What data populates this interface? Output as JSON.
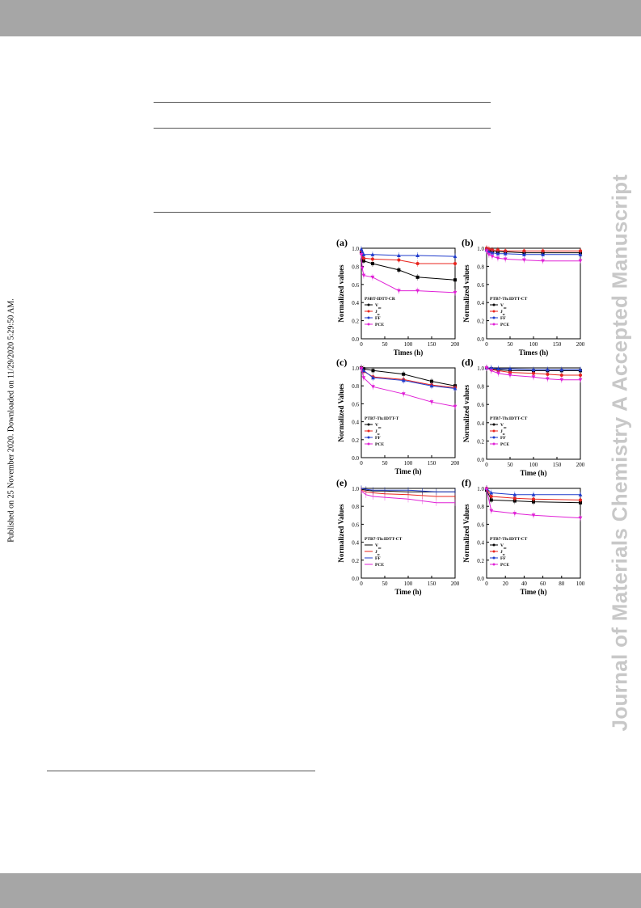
{
  "watermark": "Journal of Materials Chemistry A Accepted Manuscript",
  "published_note": "Published on 25 November 2020. Downloaded on 11/29/2020 5:29:50 AM.",
  "chart_data": [
    {
      "panel": "(a)",
      "type": "line",
      "inset_label": "PSBT-IDTT-CR",
      "xlabel": "Times (h)",
      "ylabel": "Normalized values",
      "xlim": [
        0,
        200
      ],
      "ylim": [
        0.0,
        1.0
      ],
      "xticks": [
        "0",
        "50",
        "100",
        "150",
        "200"
      ],
      "yticks": [
        "0.0",
        "0.2",
        "0.4",
        "0.6",
        "0.8",
        "1.0"
      ],
      "legend": [
        "Voc",
        "Jsc",
        "FF",
        "PCE"
      ],
      "series": [
        {
          "name": "Voc",
          "color": "#000000",
          "marker": "square",
          "x": [
            0,
            2,
            5,
            24,
            80,
            120,
            200
          ],
          "y": [
            0.95,
            0.87,
            0.86,
            0.83,
            0.76,
            0.68,
            0.65
          ]
        },
        {
          "name": "Jsc",
          "color": "#e8251e",
          "marker": "circle",
          "x": [
            0,
            2,
            5,
            24,
            80,
            120,
            200
          ],
          "y": [
            0.97,
            0.92,
            0.89,
            0.88,
            0.87,
            0.83,
            0.83
          ]
        },
        {
          "name": "FF",
          "color": "#1f3bcc",
          "marker": "triangle",
          "x": [
            0,
            2,
            5,
            24,
            80,
            120,
            200
          ],
          "y": [
            0.99,
            0.96,
            0.93,
            0.93,
            0.92,
            0.92,
            0.91
          ]
        },
        {
          "name": "PCE",
          "color": "#e021d6",
          "marker": "tridown",
          "x": [
            0,
            2,
            5,
            24,
            80,
            120,
            200
          ],
          "y": [
            0.93,
            0.78,
            0.7,
            0.68,
            0.53,
            0.53,
            0.51
          ]
        }
      ]
    },
    {
      "panel": "(b)",
      "type": "line",
      "inset_label": "PTB7-Th:IDTT-CT",
      "xlabel": "Times (h)",
      "ylabel": "Normalized values",
      "xlim": [
        0,
        200
      ],
      "ylim": [
        0.0,
        1.0
      ],
      "xticks": [
        "0",
        "50",
        "100",
        "150",
        "200"
      ],
      "yticks": [
        "0.0",
        "0.2",
        "0.4",
        "0.6",
        "0.8",
        "1.0"
      ],
      "legend": [
        "Voc",
        "Jsc",
        "FF",
        "PCE"
      ],
      "series": [
        {
          "name": "Voc",
          "color": "#000000",
          "marker": "square",
          "x": [
            0,
            5,
            12,
            24,
            40,
            80,
            120,
            200
          ],
          "y": [
            0.99,
            0.98,
            0.97,
            0.96,
            0.96,
            0.95,
            0.95,
            0.95
          ]
        },
        {
          "name": "Jsc",
          "color": "#e8251e",
          "marker": "circle",
          "x": [
            0,
            5,
            12,
            24,
            40,
            80,
            120,
            200
          ],
          "y": [
            1.0,
            0.99,
            0.98,
            0.98,
            0.97,
            0.97,
            0.97,
            0.97
          ]
        },
        {
          "name": "FF",
          "color": "#1f3bcc",
          "marker": "triangle",
          "x": [
            0,
            5,
            12,
            24,
            40,
            80,
            120,
            200
          ],
          "y": [
            0.98,
            0.96,
            0.95,
            0.94,
            0.94,
            0.93,
            0.93,
            0.93
          ]
        },
        {
          "name": "PCE",
          "color": "#e021d6",
          "marker": "tridown",
          "x": [
            0,
            5,
            12,
            24,
            40,
            80,
            120,
            200
          ],
          "y": [
            0.97,
            0.93,
            0.91,
            0.89,
            0.88,
            0.87,
            0.86,
            0.86
          ]
        }
      ]
    },
    {
      "panel": "(c)",
      "type": "line",
      "inset_label": "PTB7-Th:IDTT-T",
      "xlabel": "Time (h)",
      "ylabel": "Normalized Values",
      "xlim": [
        0,
        200
      ],
      "ylim": [
        0.0,
        1.0
      ],
      "xticks": [
        "0",
        "50",
        "100",
        "150",
        "200"
      ],
      "yticks": [
        "0.0",
        "0.2",
        "0.4",
        "0.6",
        "0.8",
        "1.0"
      ],
      "legend": [
        "Voc",
        "Jsc",
        "FF",
        "PCE"
      ],
      "series": [
        {
          "name": "Voc",
          "color": "#000000",
          "marker": "square",
          "x": [
            0,
            5,
            25,
            90,
            150,
            200
          ],
          "y": [
            1.0,
            0.99,
            0.97,
            0.93,
            0.85,
            0.8
          ]
        },
        {
          "name": "Jsc",
          "color": "#e8251e",
          "marker": "circle",
          "x": [
            0,
            5,
            25,
            90,
            150,
            200
          ],
          "y": [
            1.0,
            0.96,
            0.9,
            0.87,
            0.81,
            0.78
          ]
        },
        {
          "name": "FF",
          "color": "#1f3bcc",
          "marker": "triangle",
          "x": [
            0,
            5,
            25,
            90,
            150,
            200
          ],
          "y": [
            1.0,
            0.97,
            0.89,
            0.86,
            0.8,
            0.77
          ]
        },
        {
          "name": "PCE",
          "color": "#e021d6",
          "marker": "tridown",
          "x": [
            0,
            5,
            25,
            90,
            150,
            200
          ],
          "y": [
            0.99,
            0.89,
            0.79,
            0.71,
            0.62,
            0.57
          ]
        }
      ]
    },
    {
      "panel": "(d)",
      "type": "line",
      "inset_label": "PTB7-Th:IDTT-CT",
      "xlabel": "Time (h)",
      "ylabel": "Normalized values",
      "xlim": [
        0,
        200
      ],
      "ylim": [
        0.0,
        1.0
      ],
      "xticks": [
        "0",
        "50",
        "100",
        "150",
        "200"
      ],
      "yticks": [
        "0.0",
        "0.2",
        "0.4",
        "0.6",
        "0.8",
        "1.0"
      ],
      "legend": [
        "Voc",
        "Jsc",
        "FF",
        "PCE"
      ],
      "series": [
        {
          "name": "Voc",
          "color": "#000000",
          "marker": "square",
          "x": [
            0,
            10,
            25,
            50,
            100,
            130,
            160,
            200
          ],
          "y": [
            1.0,
            0.99,
            0.98,
            0.97,
            0.97,
            0.97,
            0.97,
            0.97
          ]
        },
        {
          "name": "Jsc",
          "color": "#e8251e",
          "marker": "circle",
          "x": [
            0,
            10,
            25,
            50,
            100,
            130,
            160,
            200
          ],
          "y": [
            1.0,
            0.98,
            0.97,
            0.95,
            0.94,
            0.93,
            0.92,
            0.92
          ]
        },
        {
          "name": "FF",
          "color": "#1f3bcc",
          "marker": "triangle",
          "x": [
            0,
            10,
            25,
            50,
            100,
            130,
            160,
            200
          ],
          "y": [
            1.0,
            1.0,
            0.99,
            0.99,
            0.98,
            0.98,
            0.98,
            0.98
          ]
        },
        {
          "name": "PCE",
          "color": "#e021d6",
          "marker": "tridown",
          "x": [
            0,
            10,
            25,
            50,
            100,
            130,
            160,
            200
          ],
          "y": [
            1.0,
            0.97,
            0.94,
            0.92,
            0.9,
            0.88,
            0.87,
            0.87
          ]
        }
      ]
    },
    {
      "panel": "(e)",
      "type": "line",
      "inset_label": "PTB7-Th:IDTT-CT",
      "xlabel": "Time (h)",
      "ylabel": "Normalized Values",
      "xlim": [
        0,
        200
      ],
      "ylim": [
        0.0,
        1.0
      ],
      "xticks": [
        "0",
        "50",
        "100",
        "150",
        "200"
      ],
      "yticks": [
        "0.0",
        "0.2",
        "0.4",
        "0.6",
        "0.8",
        "1.0"
      ],
      "legend": [
        "Voc",
        "Jsc",
        "FF",
        "PCE"
      ],
      "series": [
        {
          "name": "Voc",
          "color": "#000000",
          "marker": "none",
          "x": [
            0,
            10,
            25,
            50,
            100,
            130,
            160,
            200
          ],
          "y": [
            0.99,
            0.98,
            0.97,
            0.97,
            0.96,
            0.96,
            0.96,
            0.96
          ]
        },
        {
          "name": "Jsc",
          "color": "#e8251e",
          "marker": "none",
          "x": [
            0,
            10,
            25,
            50,
            100,
            130,
            160,
            200
          ],
          "y": [
            0.98,
            0.96,
            0.95,
            0.94,
            0.93,
            0.92,
            0.91,
            0.91
          ]
        },
        {
          "name": "FF",
          "color": "#1f3bcc",
          "marker": "none",
          "x": [
            0,
            10,
            25,
            50,
            100,
            130,
            160,
            200
          ],
          "y": [
            1.0,
            0.99,
            0.98,
            0.98,
            0.98,
            0.97,
            0.96,
            0.96
          ]
        },
        {
          "name": "PCE",
          "color": "#e021d6",
          "marker": "none",
          "x": [
            0,
            10,
            25,
            50,
            100,
            130,
            160,
            200
          ],
          "y": [
            0.97,
            0.93,
            0.91,
            0.9,
            0.88,
            0.86,
            0.84,
            0.84
          ]
        }
      ]
    },
    {
      "panel": "(f)",
      "type": "line",
      "inset_label": "PTB7-Th:IDTT-CT",
      "xlabel": "Time (h)",
      "ylabel": "Normalized Values",
      "xlim": [
        0,
        100
      ],
      "ylim": [
        0.0,
        1.0
      ],
      "xticks": [
        "0",
        "20",
        "40",
        "60",
        "80",
        "100"
      ],
      "yticks": [
        "0.0",
        "0.2",
        "0.4",
        "0.6",
        "0.8",
        "1.0"
      ],
      "legend": [
        "Voc",
        "Jsc",
        "FF",
        "PCE"
      ],
      "series": [
        {
          "name": "Voc",
          "color": "#000000",
          "marker": "square",
          "x": [
            0,
            5,
            30,
            50,
            100
          ],
          "y": [
            0.98,
            0.87,
            0.86,
            0.85,
            0.84
          ]
        },
        {
          "name": "Jsc",
          "color": "#e8251e",
          "marker": "circle",
          "x": [
            0,
            5,
            30,
            50,
            100
          ],
          "y": [
            1.0,
            0.91,
            0.89,
            0.88,
            0.87
          ]
        },
        {
          "name": "FF",
          "color": "#1f3bcc",
          "marker": "triangle",
          "x": [
            0,
            5,
            30,
            50,
            100
          ],
          "y": [
            1.0,
            0.95,
            0.93,
            0.93,
            0.93
          ]
        },
        {
          "name": "PCE",
          "color": "#e021d6",
          "marker": "tridown",
          "x": [
            0,
            5,
            30,
            50,
            100
          ],
          "y": [
            0.99,
            0.75,
            0.72,
            0.7,
            0.67
          ]
        }
      ]
    }
  ]
}
